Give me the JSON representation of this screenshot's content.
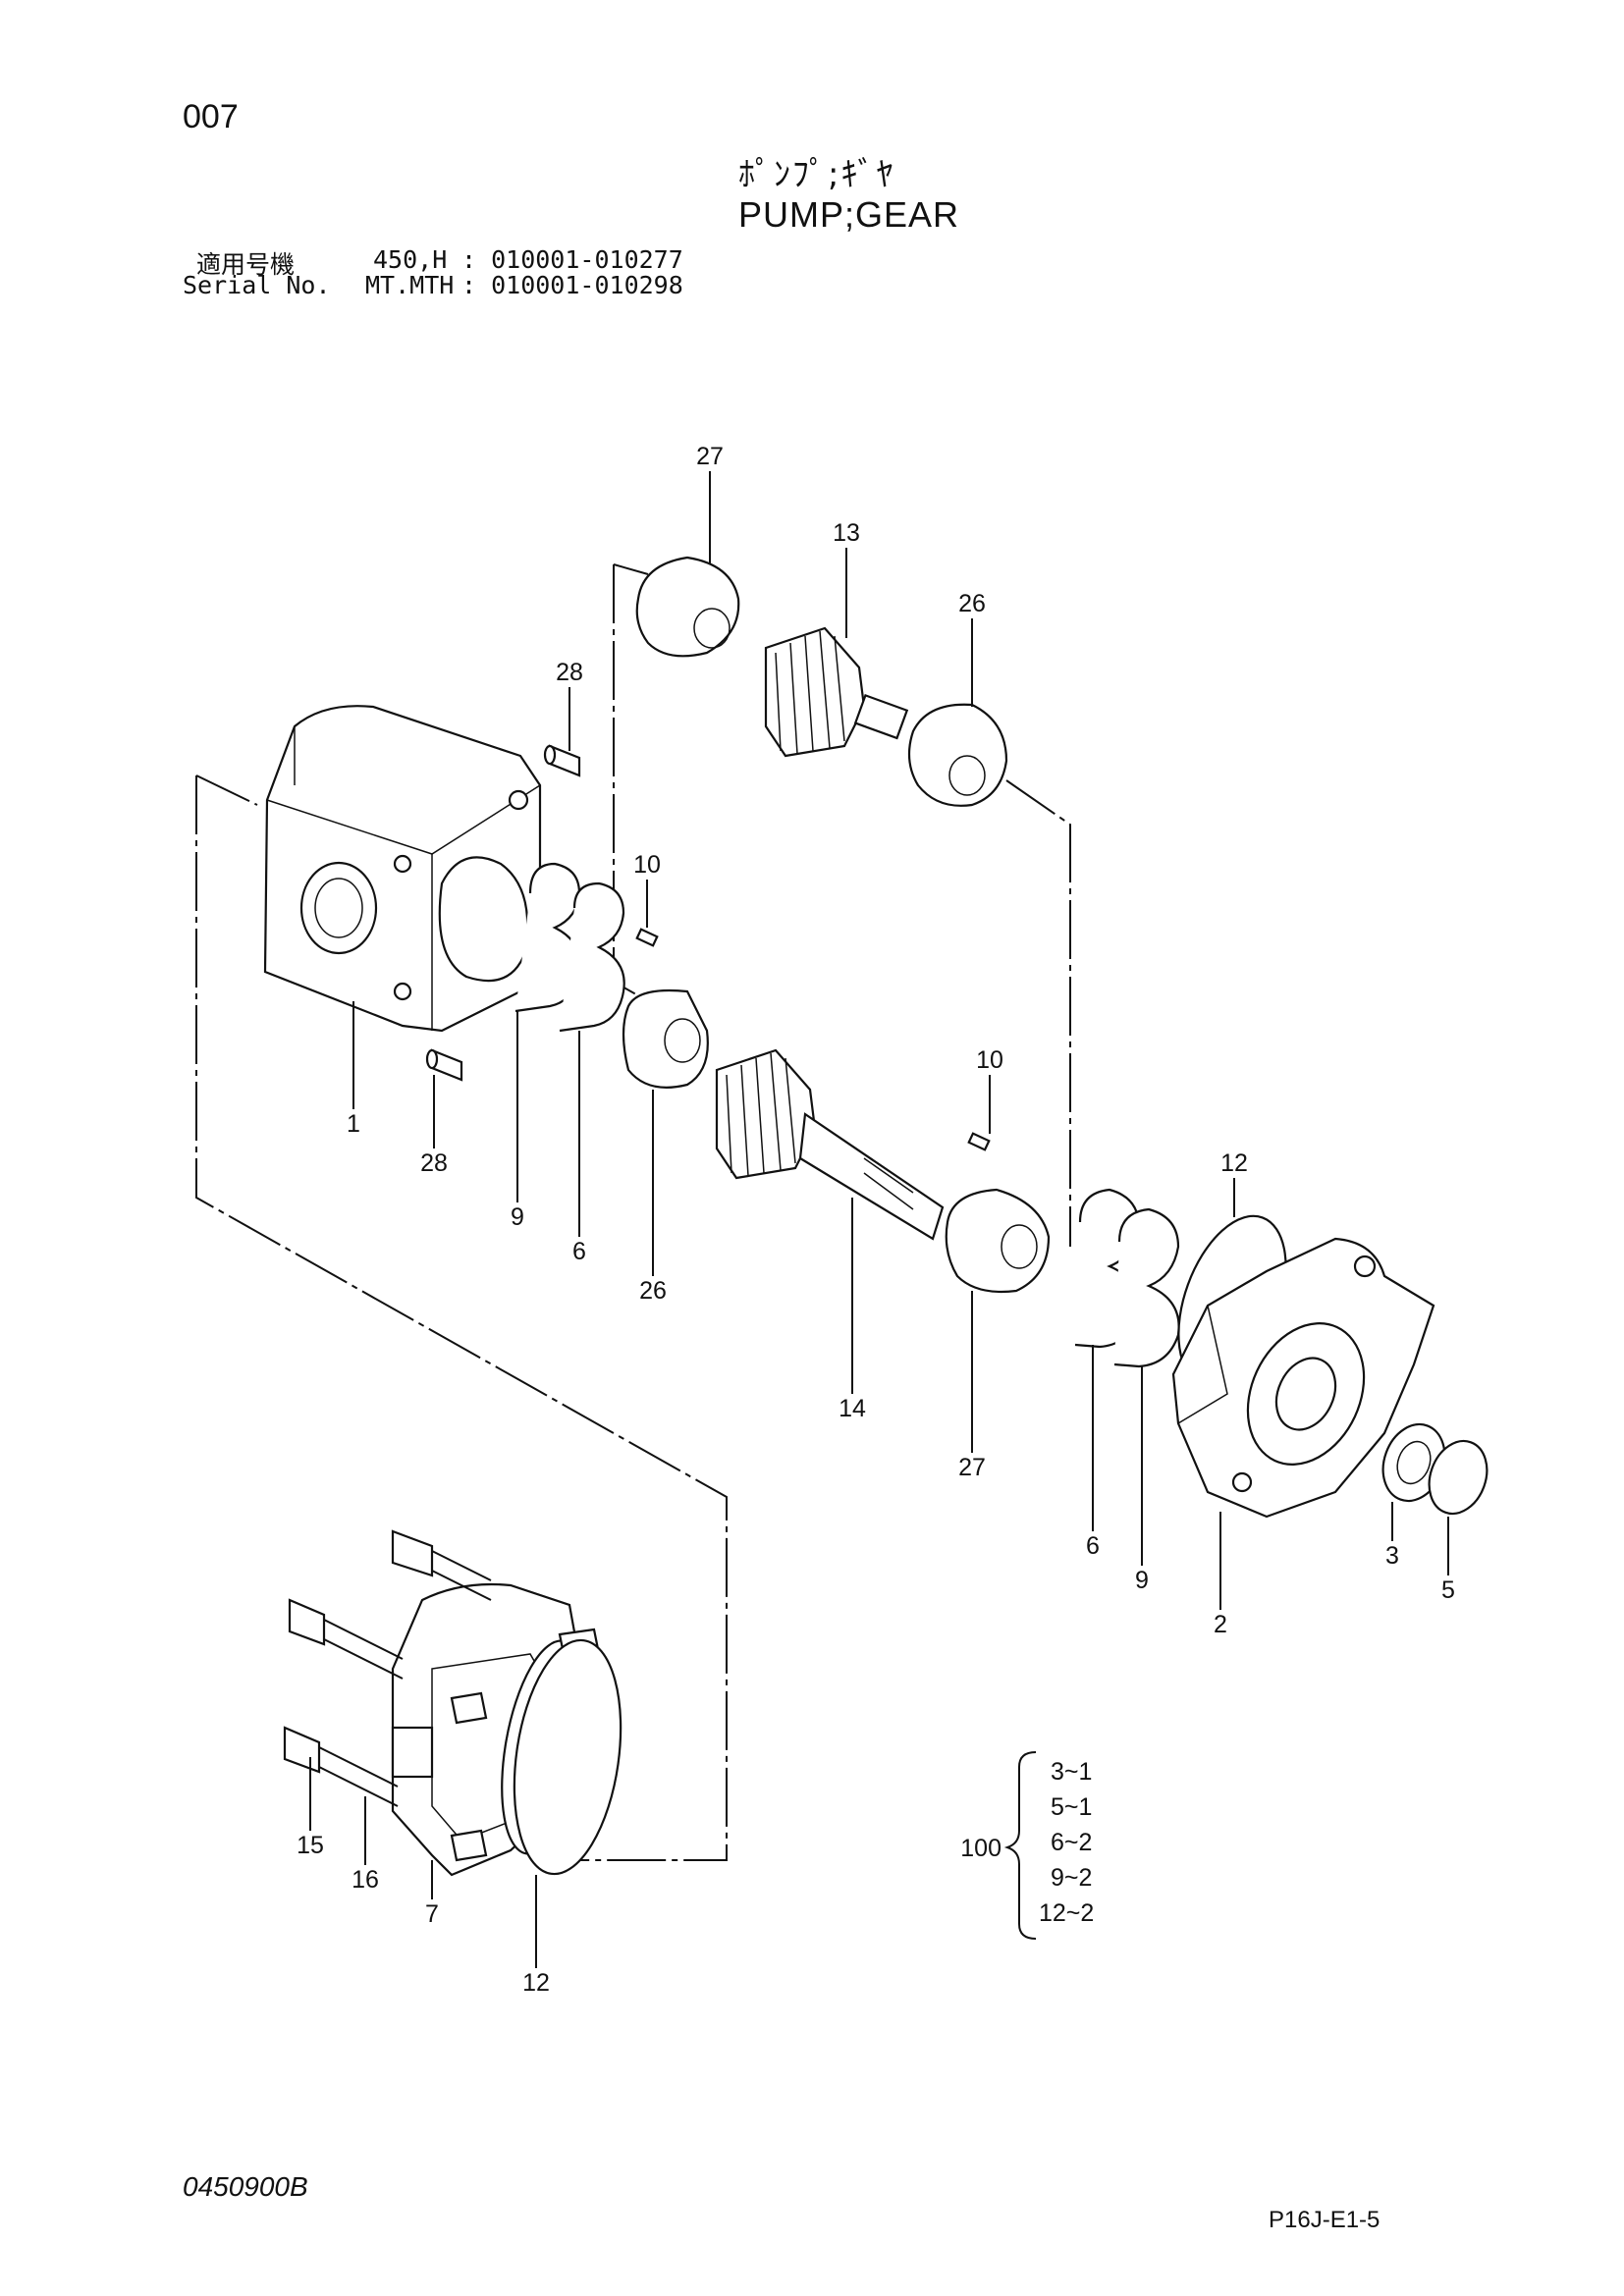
{
  "page_number": "007",
  "title": {
    "jp": "ﾎﾟﾝﾌﾟ;ｷﾞﾔ",
    "en": "PUMP;GEAR"
  },
  "serial": {
    "row1": {
      "label": "適用号機",
      "model": "450,H",
      "range": ": 010001-010277"
    },
    "row2": {
      "label": "Serial No.",
      "model": "MT.MTH",
      "range": ": 010001-010298"
    }
  },
  "callouts": {
    "p27_top": "27",
    "p13": "13",
    "p26_top": "26",
    "p28_top": "28",
    "p10_left": "10",
    "p1": "1",
    "p28_bottom": "28",
    "p9_left": "9",
    "p6_left": "6",
    "p26_bottom": "26",
    "p10_right": "10",
    "p14": "14",
    "p12_top": "12",
    "p27_bottom": "27",
    "p6_right": "6",
    "p9_right": "9",
    "p2": "2",
    "p3": "3",
    "p5": "5",
    "p15": "15",
    "p16": "16",
    "p7": "7",
    "p12_bottom": "12"
  },
  "kit": {
    "number": "100",
    "items": [
      "3~1",
      "5~1",
      "6~2",
      "9~2",
      "12~2"
    ]
  },
  "footer": {
    "doc_code": "0450900B",
    "page_ref": "P16J-E1-5"
  }
}
